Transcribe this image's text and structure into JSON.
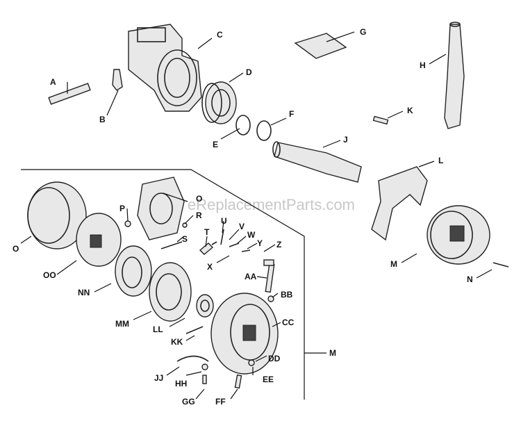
{
  "watermark": "eReplacementParts.com",
  "labels": {
    "A": "A",
    "B": "B",
    "C": "C",
    "D": "D",
    "E": "E",
    "F": "F",
    "G": "G",
    "H": "H",
    "J": "J",
    "K": "K",
    "L": "L",
    "M_top": "M",
    "N": "N",
    "O_left": "O",
    "O_right": "O",
    "OO": "OO",
    "P": "P",
    "R": "R",
    "S": "S",
    "T": "T",
    "U": "U",
    "V": "V",
    "W": "W",
    "Y": "Y",
    "Z": "Z",
    "X": "X",
    "NN": "NN",
    "MM": "MM",
    "LL": "LL",
    "KK": "KK",
    "AA": "AA",
    "BB": "BB",
    "CC": "CC",
    "DD": "DD",
    "EE": "EE",
    "FF": "FF",
    "GG": "GG",
    "HH": "HH",
    "JJ": "JJ",
    "M_group": "M"
  }
}
